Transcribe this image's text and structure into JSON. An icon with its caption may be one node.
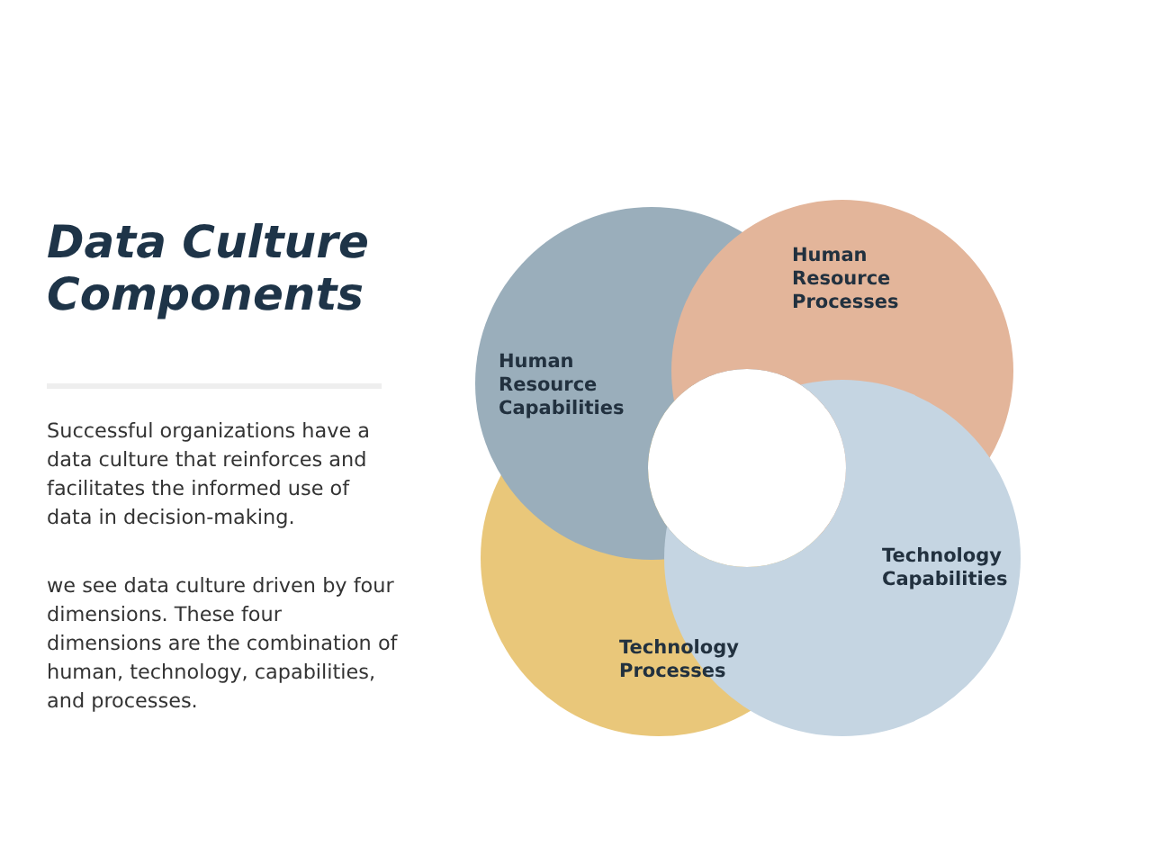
{
  "diagram": {
    "title": "Data Culture Components",
    "nodes": [
      {
        "text": [
          "Human Resource Capabilities"
        ]
      },
      {
        "text": [
          "Human Resource Processes"
        ]
      },
      {
        "text": [
          "Technology Capabilities"
        ]
      },
      {
        "text": [
          "Technology Processes"
        ]
      }
    ],
    "labels": [
      "Successful organizations have a data culture that reinforces and facilitates the informed use of data in decision-making.",
      "we see data culture driven by four dimensions. These four dimensions are the combination of human, technology, capabilities, and processes."
    ]
  }
}
